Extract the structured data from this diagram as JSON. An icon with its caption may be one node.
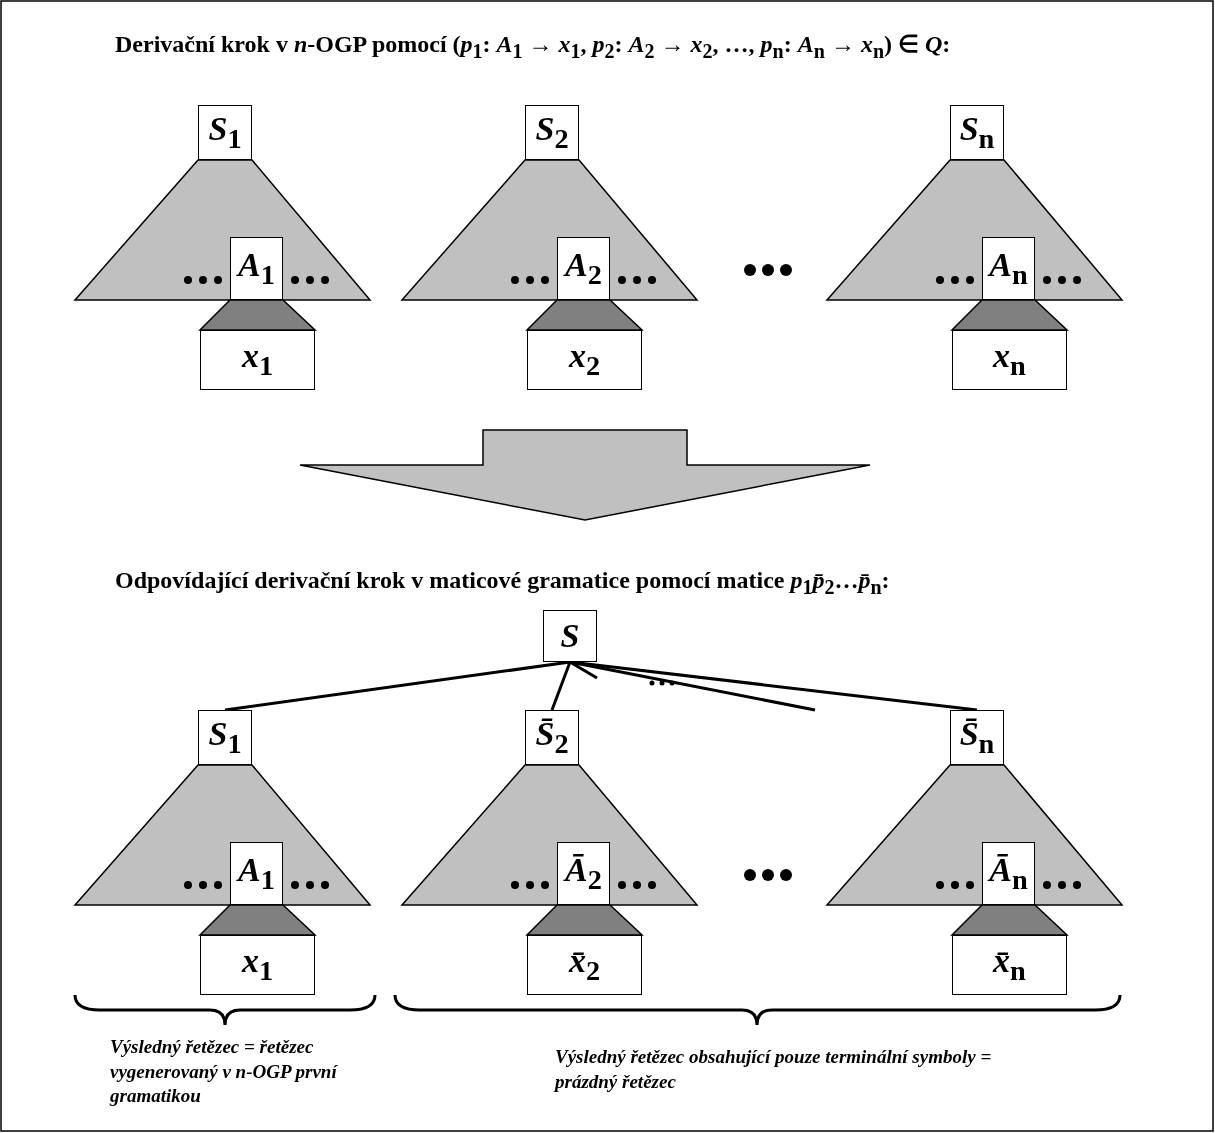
{
  "diagram": {
    "title": "Derivační krok v *n*-OGP pomocí (*p*$_{1}$: *A*$_{1}$ → *x*$_{1}$, *p*$_{2}$: *A*$_{2}$ → *x*$_{2}$, …, *p*$_{n}$: *A*$_{n}$ → *x*$_{n}$) ∈ *Q*:",
    "nodes": [
      {
        "text": [
          "*S*$_{1}$"
        ]
      },
      {
        "text": [
          "*A*$_{1}$"
        ]
      },
      {
        "text": [
          "*x*$_{1}$"
        ]
      },
      {
        "text": [
          "*S*$_{2}$"
        ]
      },
      {
        "text": [
          "*A*$_{2}$"
        ]
      },
      {
        "text": [
          "*x*$_{2}$"
        ]
      },
      {
        "text": [
          "*S*$_{n}$"
        ]
      },
      {
        "text": [
          "*A*$_{n}$"
        ]
      },
      {
        "text": [
          "*x*$_{n}$"
        ]
      },
      {
        "text": [
          "*S*"
        ]
      },
      {
        "text": [
          "*S*$_{1}$"
        ]
      },
      {
        "text": [
          "*A*$_{1}$"
        ]
      },
      {
        "text": [
          "*x*$_{1}$"
        ]
      },
      {
        "text": [
          "*S̄*$_{2}$"
        ]
      },
      {
        "text": [
          "*Ā*$_{2}$"
        ]
      },
      {
        "text": [
          "*x̄*$_{2}$"
        ]
      },
      {
        "text": [
          "*S̄*$_{n}$"
        ]
      },
      {
        "text": [
          "*Ā*$_{n}$"
        ]
      },
      {
        "text": [
          "*x̄*$_{n}$"
        ]
      }
    ],
    "edges": [
      {
        "from": 9,
        "to": 10,
        "arrow": "none"
      },
      {
        "from": 9,
        "to": 13,
        "arrow": "none"
      },
      {
        "from": 9,
        "to": null,
        "arrow": "none"
      },
      {
        "from": 9,
        "to": null,
        "arrow": "none"
      },
      {
        "from": 9,
        "to": 16,
        "arrow": "none"
      }
    ],
    "labels": [
      "Odpovídající derivační krok v maticové gramatice pomocí matice *p*$_{1}$*p̄*$_{2}$…*p̄*$_{n}$:",
      "Výsledný řetězec = řetězec vygenerovaný v n-OGP první gramatikou",
      "Výsledný řetězec obsahující pouze terminální symboly = prázdný řetězec"
    ]
  }
}
